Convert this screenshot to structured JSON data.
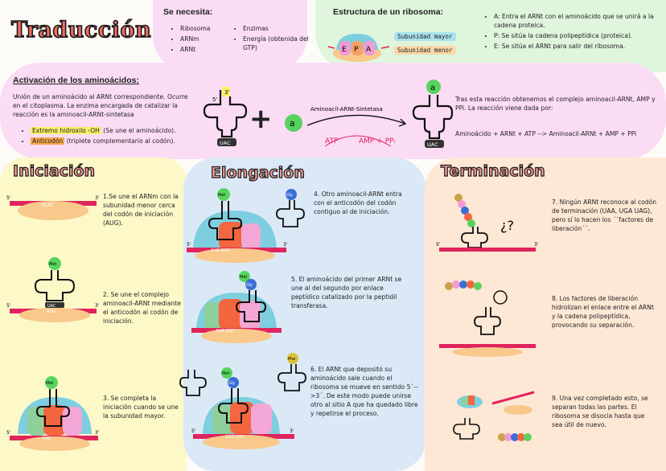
{
  "title": "Traducción",
  "requirements": {
    "heading": "Se necesita:",
    "col1": [
      "Ribosoma",
      "ARNm",
      "ARNt"
    ],
    "col2": [
      "Enzimas",
      "Energía (obtenida del GTP)"
    ]
  },
  "ribosome_structure": {
    "heading": "Estructura de un ribosoma:",
    "sites": [
      "E",
      "P",
      "A"
    ],
    "subunit_major": "Subunidad mayor",
    "subunit_minor": "Subunidad menor",
    "items": [
      "A: Entra el ARNt con el aminoácido que se unirá a la cadena proteica.",
      "P: Se sitúa la cadena polipeptídica (proteica).",
      "E: Se sitúa el ARNt para salir del ribosoma."
    ]
  },
  "activation": {
    "heading": "Activación de los aminoácidos:",
    "intro": "Unión de un aminoácido al ARNt correspondiente. Ocurre en el citoplasma. La enzima encargada de catalizar la reacción es la aminoacil-ARNt-sintetasa",
    "bullets": [
      {
        "highlight": "Extremo hidroxilo -OH",
        "rest": " (Se une el aminoácido)."
      },
      {
        "highlight": "Anticodón",
        "rest": " (triplete complementario al codón)."
      }
    ],
    "tag3": "3'",
    "tag5": "5'",
    "plus": "+",
    "amino_label": "a",
    "enzyme_label": "Aminoacil-ARNt-Sintetasa",
    "atp": "ATP",
    "products": "AMP + PPᵢ",
    "anticodon": "UAC",
    "result_text": "Tras esta reacción obtenemos el complejo aminoacil-ARNt, AMP y PPi. La reacción viene dada por:",
    "equation": "Aminoácido + ARNt + ATP --> Aminoacil-ARNt + AMP + PPi"
  },
  "iniciacion": {
    "title": "Iniciación",
    "steps": [
      "1.Se une el ARNm con la subunidad menor cerca del codón de iniciación (AUG).",
      "2. Se une el complejo aminoacil-ARNt mediante el anticodón al codón de iniciación.",
      "3. Se completa la iniciación cuando se une la subunidad mayor."
    ],
    "codon": "AUG",
    "anticodon": "UAC",
    "met": "Met",
    "five": "5'",
    "three": "3'"
  },
  "elongacion": {
    "title": "Elongación",
    "steps": [
      "4. Otro aminoacil-ARNt entra con el anticodón del codón contiguo al de iniciación.",
      "5. El aminoácido del primer ARNt se une al del segundo por enlace peptídico catalizado por la peptidil transferasa.",
      "6. El ARNt que depositó su aminoácido sale cuando el ribosoma se mueve en sentido 5´-->3´. De este modo puede unirse otro al sitio A que ha quedado libre y repetirse el proceso."
    ],
    "met": "Met",
    "gly": "Gly",
    "phe": "Phe",
    "codon1": "AUG GGC",
    "codon2": "AUG GGC",
    "codon3": "GGC UUC",
    "five": "5'",
    "three": "3'"
  },
  "terminacion": {
    "title": "Terminación",
    "steps": [
      "7. Ningún ARNt reconoce al codón de terminación (UAA, UGA UAG), pero sí lo hacen los ´´factores de liberación´´.",
      "8. Los factores de liberación hidrolizan el enlace entre el ARNt y la cadena polipeptídica, provocando su separación.",
      "9. Una vez completado esto, se separan todas las partes. El ribosoma se disocia hasta que sea útil de nuevo."
    ],
    "question": "¿?",
    "five": "5'",
    "three": "3'"
  },
  "colors": {
    "pink_panel": "#fadcf5",
    "green_panel": "#dff5dc",
    "yellow_panel": "#fdf8c8",
    "blue_panel": "#dbe9f7",
    "peach_panel": "#fde7d5",
    "mrna": "#e0245c",
    "small_subunit": "#f8c98b",
    "large_subunit": "#7dcfe0"
  }
}
